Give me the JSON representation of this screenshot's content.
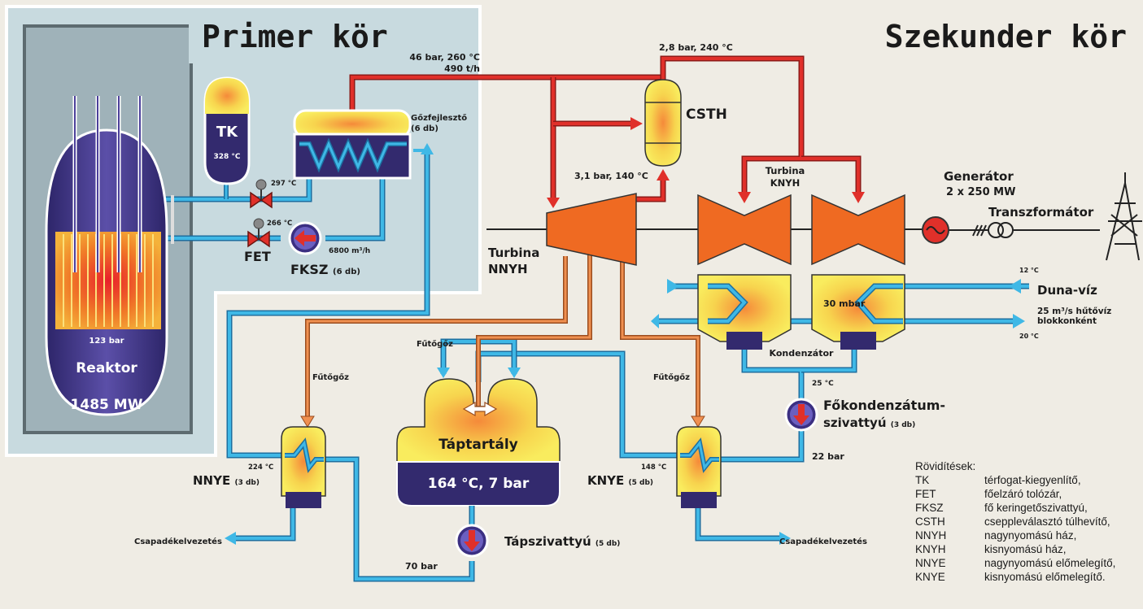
{
  "titles": {
    "primary": "Primer kör",
    "secondary": "Szekunder kör"
  },
  "components": {
    "reactor": {
      "label": "Reaktor",
      "pressure": "123 bar",
      "power": "1485 MW"
    },
    "tk": {
      "label": "TK",
      "temp": "328 °C"
    },
    "steam_gen": {
      "label_line1": "Gőzfejlesztő",
      "label_line2": "(6 db)"
    },
    "steam_gen_out": {
      "line1": "46 bar, 260 °C",
      "line2": "490 t/h"
    },
    "valve_top_temp": "297 °C",
    "valve_bottom_temp": "266 °C",
    "fet": "FET",
    "fksz": {
      "label": "FKSZ",
      "count": "(6 db)",
      "flow": "6800 m³/h"
    },
    "csth": {
      "label": "CSTH",
      "top": "2,8 bar, 240 °C",
      "bottom": "3,1 bar, 140 °C"
    },
    "hp_turbine": {
      "line1": "Turbina",
      "line2": "NNYH"
    },
    "lp_turbine": {
      "line1": "Turbina",
      "line2": "KNYH"
    },
    "generator": {
      "line1": "Generátor",
      "line2": "2 x 250 MW"
    },
    "transformer": "Transzformátor",
    "danube": {
      "label": "Duna-víz",
      "in_temp": "12 °C",
      "out_temp": "20 °C",
      "flow_line1": "25 m³/s hűtővíz",
      "flow_line2": "blokkonként"
    },
    "condenser": {
      "label": "Kondenzátor",
      "pressure": "30 mbar",
      "out_temp": "25 °C"
    },
    "condensate_pump": {
      "line1": "Főkondenzátum-",
      "line2": "szivattyú",
      "count": "(3 db)",
      "pressure": "22 bar"
    },
    "heating_steam": "Fűtőgőz",
    "feed_tank": {
      "label": "Táptartály",
      "state": "164 °C, 7 bar"
    },
    "feed_pump": {
      "label": "Tápszivattyú",
      "count": "(5 db)",
      "pressure": "70 bar"
    },
    "nnye": {
      "label": "NNYE",
      "count": "(3 db)",
      "temp": "224 °C"
    },
    "knye": {
      "label": "KNYE",
      "count": "(5 db)",
      "temp": "148 °C"
    },
    "drain": "Csapadékelvezetés"
  },
  "legend": {
    "title": "Rövidítések:",
    "items": [
      {
        "abbr": "TK",
        "desc": "térfogat-kiegyenlítő,"
      },
      {
        "abbr": "FET",
        "desc": "főelzáró tolózár,"
      },
      {
        "abbr": "FKSZ",
        "desc": "fő keringetőszivattyú,"
      },
      {
        "abbr": "CSTH",
        "desc": "cseppleválasztó túlhevítő,"
      },
      {
        "abbr": "NNYH",
        "desc": "nagynyomású ház,"
      },
      {
        "abbr": "KNYH",
        "desc": "kisnyomású ház,"
      },
      {
        "abbr": "NNYE",
        "desc": "nagynyomású előmelegítő,"
      },
      {
        "abbr": "KNYE",
        "desc": "kisnyomású előmelegítő."
      }
    ]
  },
  "colors": {
    "steam": "#e0302a",
    "water": "#2aa8dc",
    "heating": "#e8884a",
    "vessel": "#f7e55a",
    "navy": "#332a6e",
    "turbine": "#ef6a22",
    "panel": "#c8dadf"
  }
}
